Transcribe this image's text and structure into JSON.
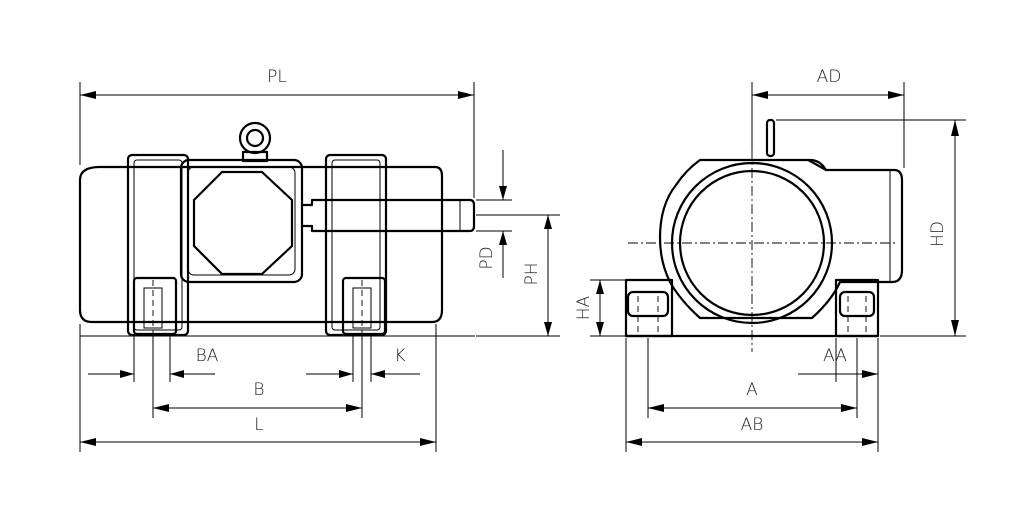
{
  "labels": {
    "PL": "PL",
    "BA": "BA",
    "B": "B",
    "L": "L",
    "K": "K",
    "PD": "PD",
    "PH": "PH",
    "AD": "AD",
    "HD": "HD",
    "HA": "HA",
    "AA": "AA",
    "A": "A",
    "AB": "AB"
  },
  "colors": {
    "line": "#000000",
    "background": "#ffffff"
  }
}
